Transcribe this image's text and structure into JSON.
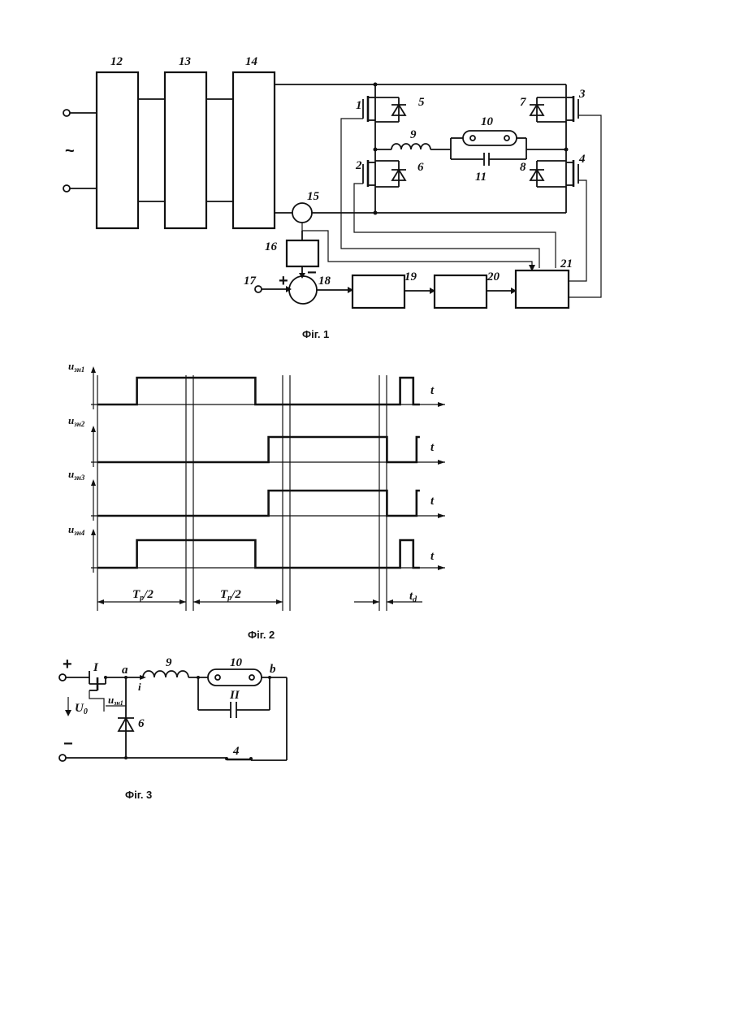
{
  "figure1": {
    "caption": "Фіг. 1",
    "ac_symbol": "~",
    "labels": {
      "b12": "12",
      "b13": "13",
      "b14": "14",
      "t1": "1",
      "d5": "5",
      "t3": "3",
      "d7": "7",
      "l9": "9",
      "lamp10": "10",
      "c11": "11",
      "t2": "2",
      "d6": "6",
      "t4": "4",
      "d8": "8",
      "s15": "15",
      "b16": "16",
      "in17": "17",
      "cmp18": "18",
      "b19": "19",
      "b20": "20",
      "b21": "21",
      "plus": "+",
      "minus": "−"
    }
  },
  "figure2": {
    "caption": "Фіг. 2",
    "signals": [
      {
        "label": "u зн1",
        "sub": "зн1",
        "axis": "t"
      },
      {
        "label": "u зн2",
        "sub": "зн2",
        "axis": "t"
      },
      {
        "label": "u зн3",
        "sub": "зн3",
        "axis": "t"
      },
      {
        "label": "u зн4",
        "sub": "зн4",
        "axis": "t"
      }
    ],
    "period1": "T",
    "period1_sub": "p",
    "period1_tail": "/2",
    "period2": "T",
    "period2_sub": "p",
    "period2_tail": "/2",
    "dead": "t",
    "dead_sub": "d",
    "waveforms": [
      [
        [
          0,
          0
        ],
        [
          0.12,
          1
        ],
        [
          0.48,
          0
        ],
        [
          0.52,
          0
        ],
        [
          0.88,
          0
        ],
        [
          0.92,
          1
        ],
        [
          0.96,
          0
        ]
      ],
      [
        [
          0,
          0
        ],
        [
          0.52,
          1
        ],
        [
          0.88,
          0
        ],
        [
          0.97,
          1
        ]
      ],
      [
        [
          0,
          0
        ],
        [
          0.52,
          1
        ],
        [
          0.88,
          0
        ],
        [
          0.97,
          1
        ]
      ],
      [
        [
          0,
          0
        ],
        [
          0.12,
          1
        ],
        [
          0.48,
          0
        ],
        [
          0.52,
          0
        ],
        [
          0.88,
          0
        ],
        [
          0.92,
          1
        ],
        [
          0.96,
          0
        ]
      ]
    ]
  },
  "figure3": {
    "caption": "Фіг. 3",
    "plus": "+",
    "minus": "−",
    "t1": "I",
    "node_a": "a",
    "node_b": "b",
    "l9": "9",
    "lamp10": "10",
    "c11": "II",
    "current": "i",
    "vsrc": "U",
    "vsrc_sub": "0",
    "gate": "u",
    "gate_sub": "зн1",
    "d6": "6",
    "sw4": "4"
  }
}
